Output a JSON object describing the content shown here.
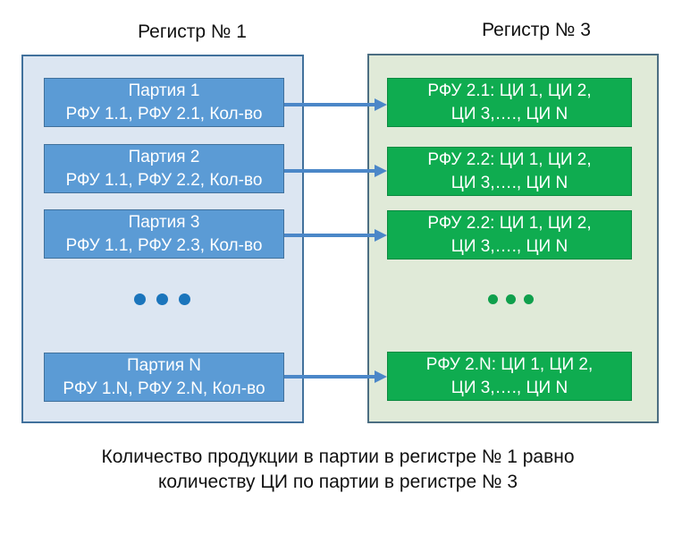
{
  "diagram": {
    "left": {
      "title": "Регистр № 1",
      "boxes": [
        {
          "line1": "Партия 1",
          "line2": "РФУ 1.1, РФУ 2.1, Кол-во"
        },
        {
          "line1": "Партия 2",
          "line2": "РФУ 1.1, РФУ 2.2, Кол-во"
        },
        {
          "line1": "Партия 3",
          "line2": "РФУ 1.1, РФУ 2.3, Кол-во"
        },
        {
          "line1": "Партия N",
          "line2": "РФУ 1.N, РФУ 2.N, Кол-во"
        }
      ],
      "ellipsis": "• • •"
    },
    "right": {
      "title": "Регистр № 3",
      "boxes": [
        {
          "line1": "РФУ 2.1: ЦИ 1, ЦИ 2,",
          "line2": "ЦИ 3,…., ЦИ N"
        },
        {
          "line1": "РФУ 2.2: ЦИ 1, ЦИ 2,",
          "line2": "ЦИ 3,…., ЦИ N"
        },
        {
          "line1": "РФУ 2.2: ЦИ 1, ЦИ 2,",
          "line2": "ЦИ 3,…., ЦИ N"
        },
        {
          "line1": "РФУ 2.N: ЦИ 1, ЦИ 2,",
          "line2": "ЦИ 3,…., ЦИ N"
        }
      ],
      "ellipsis": "• • •"
    },
    "caption_line1": "Количество продукции в партии в регистре № 1 равно",
    "caption_line2": "количеству ЦИ по партии в регистре № 3",
    "colors": {
      "batch_box_fill": "#5B9BD5",
      "batch_box_border": "#41719C",
      "left_panel_fill": "#DCE6F2",
      "left_panel_border": "#41719C",
      "rfu_box_fill": "#0FAC50",
      "rfu_box_border": "#0B8A41",
      "right_panel_fill": "#E0EAD8",
      "right_panel_border": "#4C6E82",
      "arrow": "#4B87C8",
      "left_dots": "#1B75BC",
      "right_dots": "#0FA04C",
      "text_on_boxes": "#FFFFFF",
      "text_titles": "#111111"
    }
  }
}
